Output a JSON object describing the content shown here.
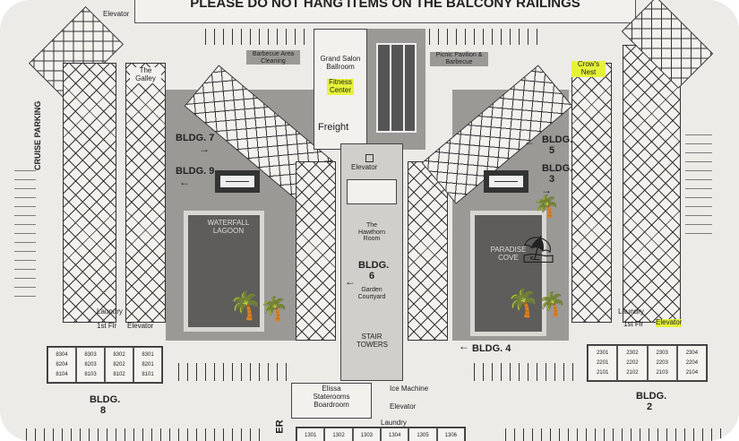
{
  "banner": "PLEASE DO NOT HANG ITEMS ON THE BALCONY RAILINGS",
  "labels": {
    "cruise_parking": "CRUISE PARKING",
    "elevator": "Elevator",
    "the_galley": "The Galley",
    "barbecue": "Barbecue Area Cleaning",
    "grand_salon": "Grand Salon Ballroom",
    "fitness": "Fitness Center",
    "picnic": "Picnic Pavilion & Barbecue",
    "crows_nest": "Crow's Nest",
    "freight": "Freight",
    "hawthorn": "The Hawthorn Room",
    "garden": "Garden Courtyard",
    "stair": "STAIR TOWERS",
    "waterfall": "WATERFALL LAGOON",
    "paradise": "PARADISE COVE",
    "laundry": "Laundry",
    "first_floor": "1st Flr",
    "elissa": "Elissa Staterooms Boardroom",
    "ice": "Ice Machine",
    "er": "ER"
  },
  "buildings": {
    "b7": "BLDG. 7",
    "b9": "BLDG. 9",
    "b5": "BLDG. 5",
    "b3": "BLDG. 3",
    "b6": "BLDG. 6",
    "b4": "BLDG. 4",
    "b8": "BLDG. 8",
    "b2": "BLDG. 2"
  },
  "units": {
    "bldg8": [
      [
        "8304",
        "8204",
        "8104"
      ],
      [
        "8303",
        "8203",
        "8103"
      ],
      [
        "8302",
        "8202",
        "8102"
      ],
      [
        "8301",
        "8201",
        "8101"
      ]
    ],
    "bldg2": [
      [
        "2301",
        "2201",
        "2101"
      ],
      [
        "2302",
        "2202",
        "2102"
      ],
      [
        "2303",
        "2203",
        "2103"
      ],
      [
        "2304",
        "2204",
        "2104"
      ]
    ],
    "bldg1": [
      "1301",
      "1302",
      "1303",
      "1304",
      "1305",
      "1306"
    ]
  },
  "colors": {
    "highlight": "#e6f23a"
  }
}
